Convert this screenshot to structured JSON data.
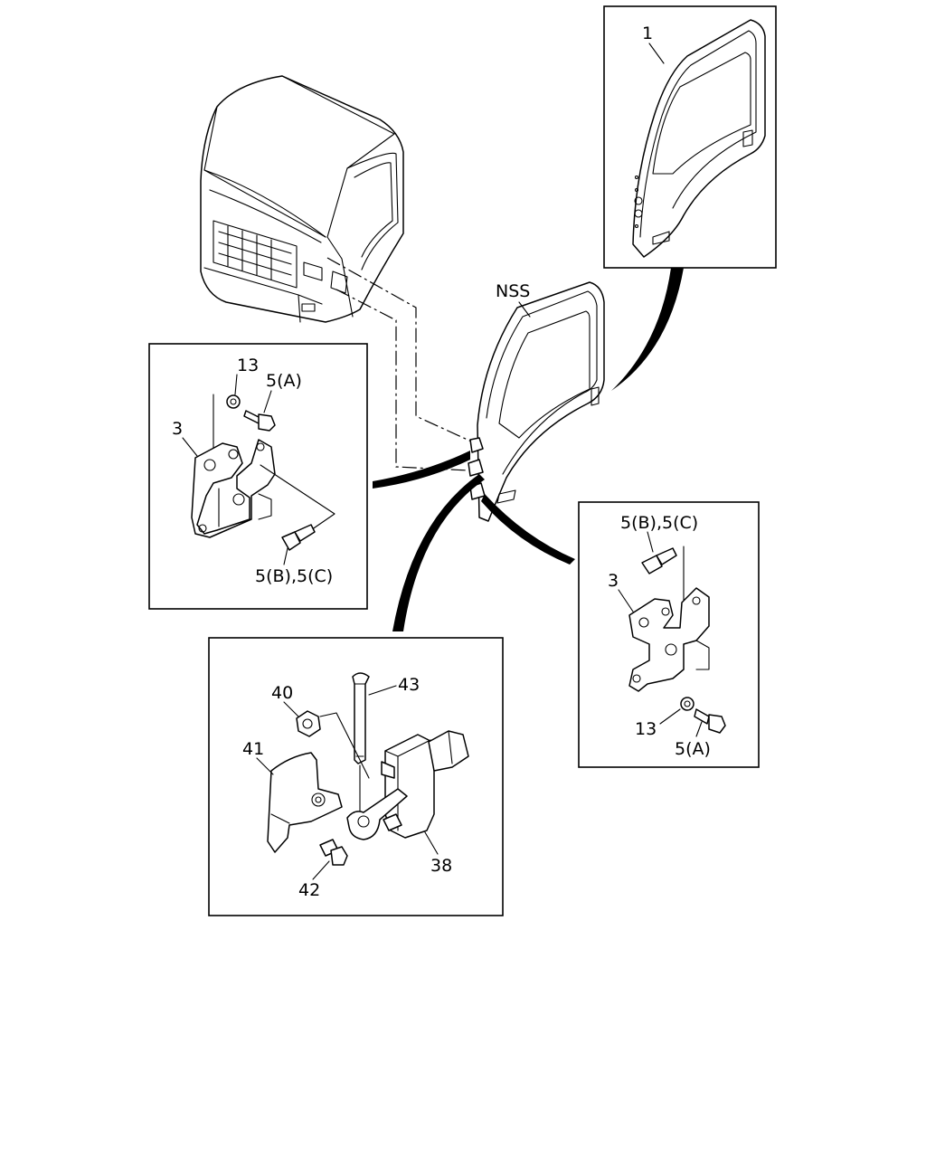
{
  "labels": {
    "door_assembly": "1",
    "side": "NSS",
    "upper_hinge": {
      "washer": "13",
      "bolt_a": "5(A)",
      "hinge": "3",
      "bolt_bc": "5(B),5(C)"
    },
    "lower_hinge": {
      "bolt_bc": "5(B),5(C)",
      "hinge": "3",
      "washer": "13",
      "bolt_a": "5(A)"
    },
    "door_check": {
      "nut": "40",
      "pin": "43",
      "bracket": "41",
      "check_link": "38",
      "bolt": "42"
    }
  }
}
